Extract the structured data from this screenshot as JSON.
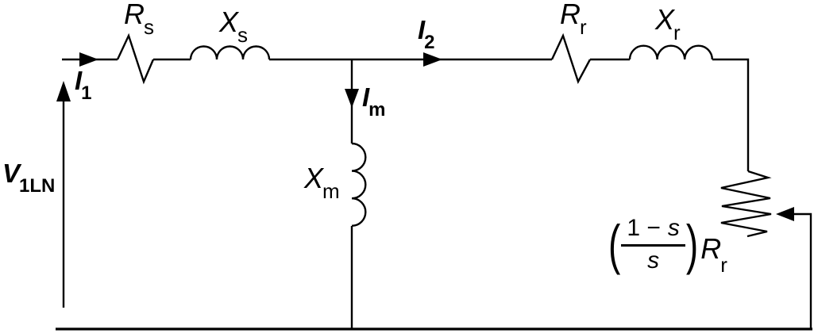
{
  "colors": {
    "ink": "#000000",
    "background": "#ffffff"
  },
  "labels": {
    "v1ln": {
      "main": "V",
      "sub": "1LN"
    },
    "i1": {
      "main": "I",
      "sub": "1"
    },
    "i2": {
      "main": "I",
      "sub": "2"
    },
    "im": {
      "main": "I",
      "sub": "m"
    },
    "rs": {
      "main": "R",
      "sub": "s"
    },
    "xs": {
      "main": "X",
      "sub": "s"
    },
    "rr": {
      "main": "R",
      "sub": "r"
    },
    "xr": {
      "main": "X",
      "sub": "r"
    },
    "xm": {
      "main": "X",
      "sub": "m"
    },
    "load": {
      "lparen": "(",
      "num_coeff": "1 −",
      "num_var": "s",
      "den": "s",
      "rparen": ")",
      "coeff_main": "R",
      "coeff_sub": "r"
    }
  }
}
